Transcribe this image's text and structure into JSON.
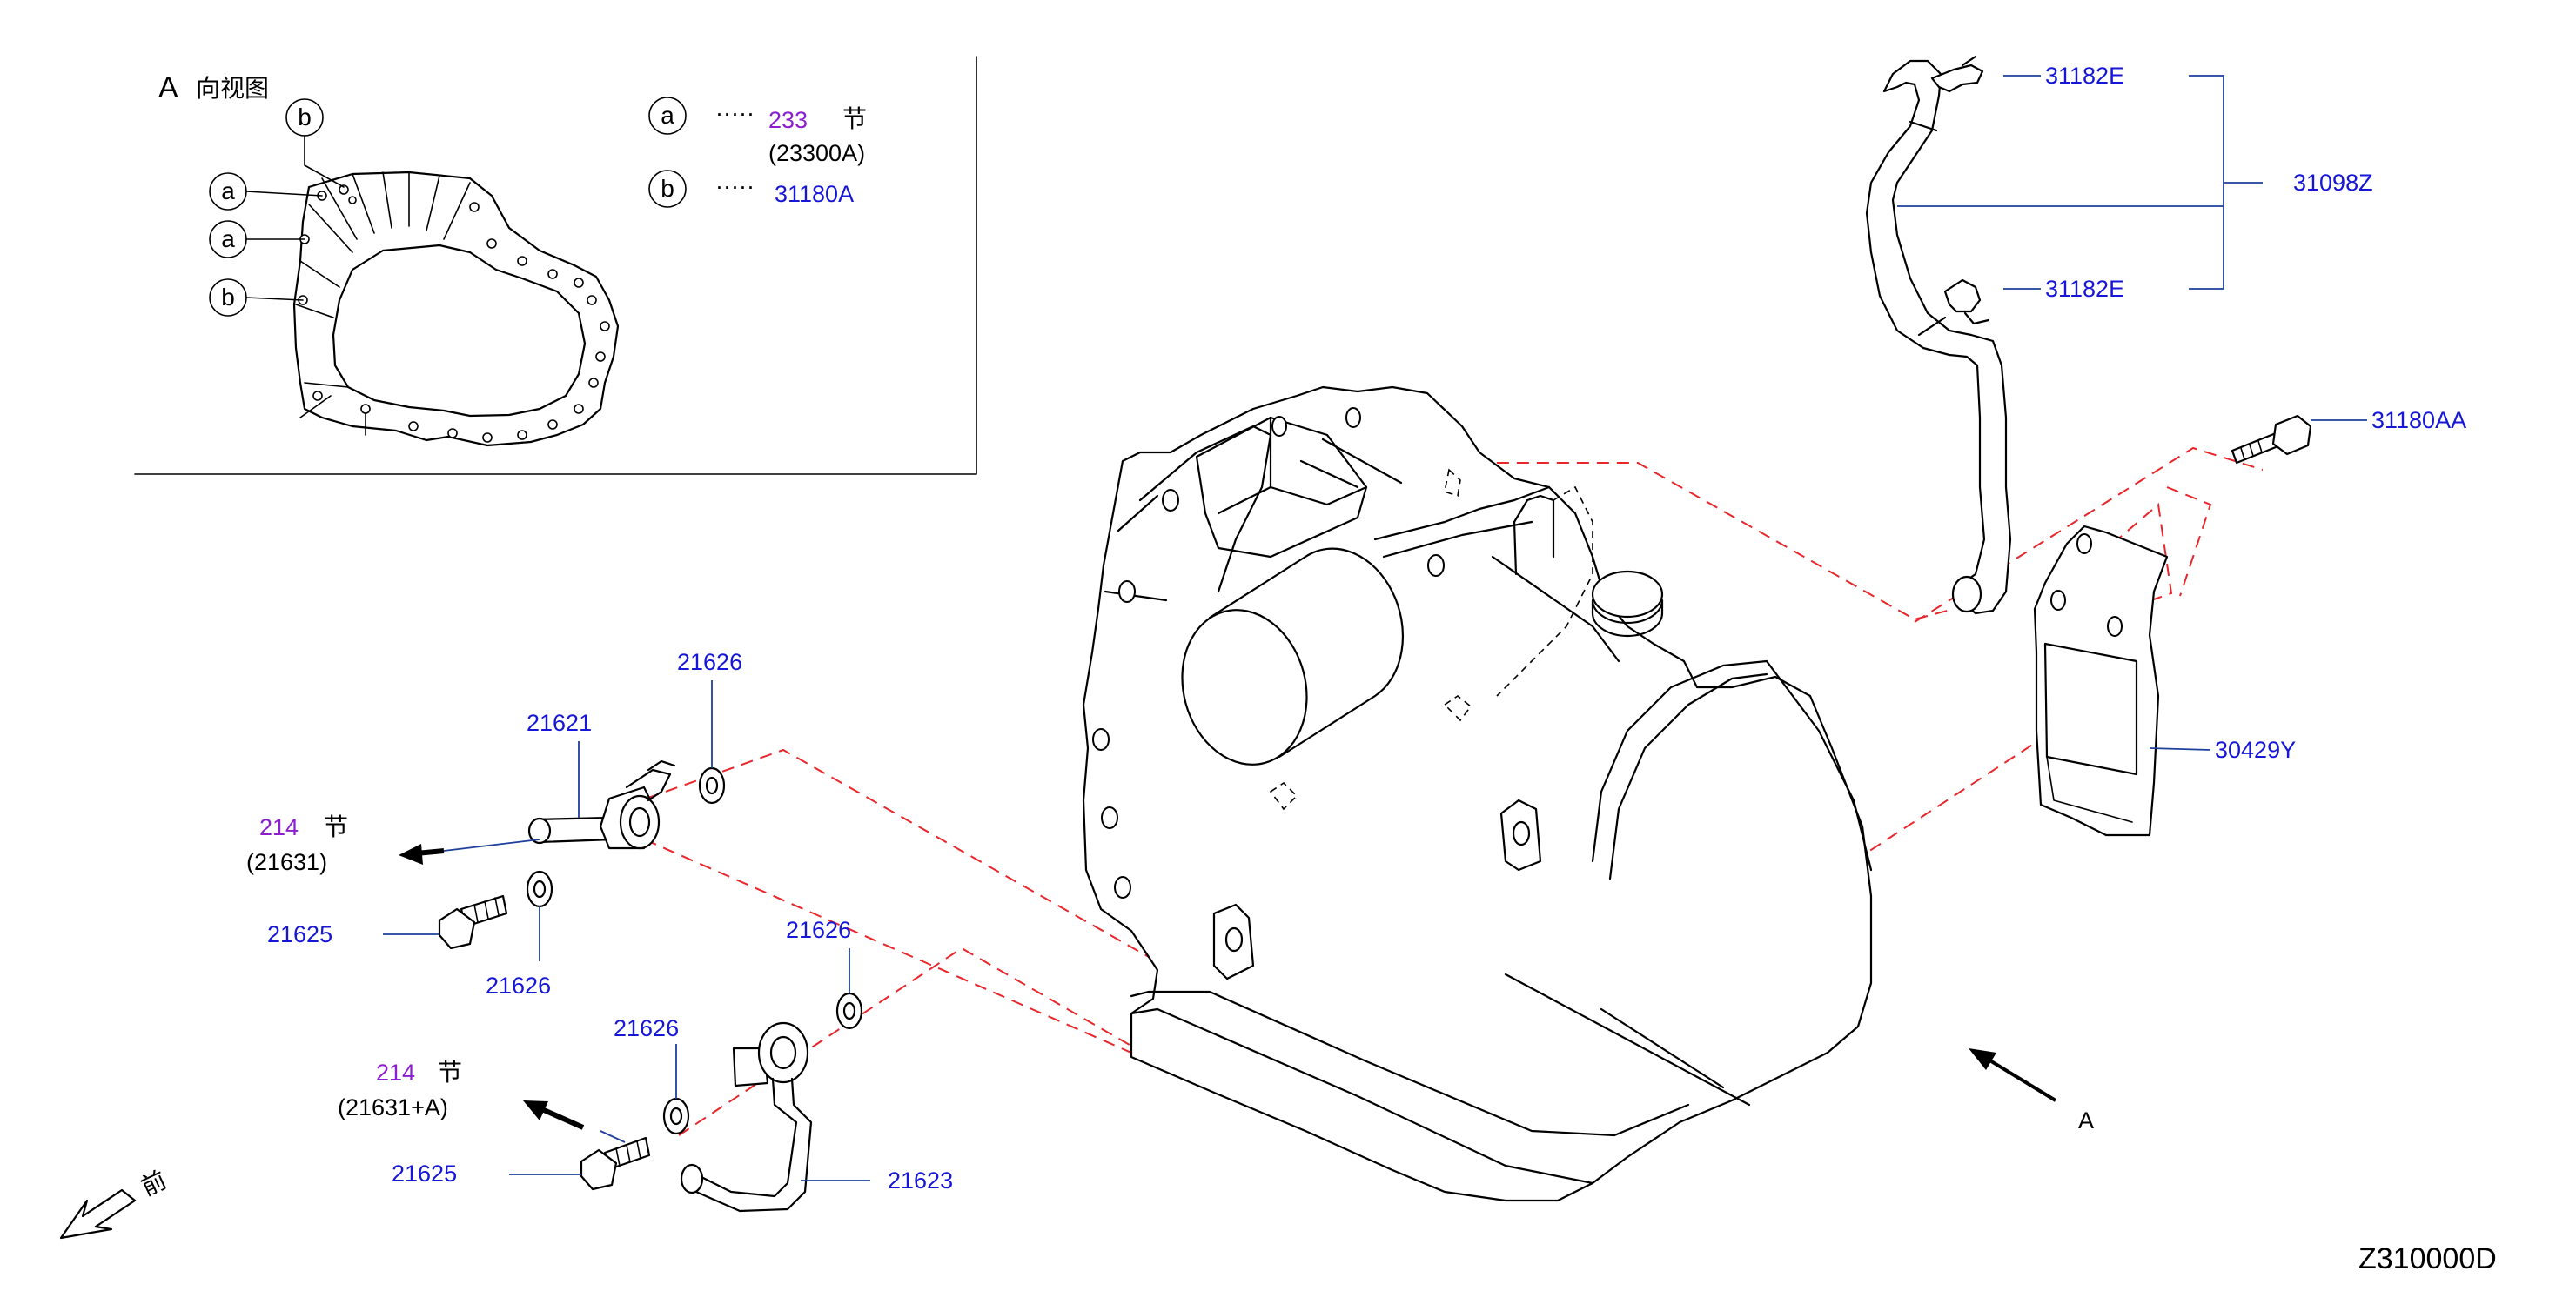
{
  "view": {
    "letter": "A",
    "title": "向视图",
    "legend": [
      {
        "marker": "a",
        "dots": "·····",
        "section": "233",
        "section_suffix": "节",
        "part": "(23300A)"
      },
      {
        "marker": "b",
        "dots": "·····",
        "part": "31180A"
      }
    ],
    "callouts": [
      "b",
      "a",
      "a",
      "b"
    ]
  },
  "parts": {
    "p31182E_top": "31182E",
    "p31182E_bottom": "31182E",
    "p31098Z": "31098Z",
    "p31180AA": "31180AA",
    "p30429Y": "30429Y",
    "p21626_a": "21626",
    "p21621": "21621",
    "p21625_a": "21625",
    "p21626_b": "21626",
    "p21626_c": "21626",
    "p21626_d": "21626",
    "p21625_b": "21625",
    "p21623": "21623"
  },
  "refs": {
    "ref1_section": "214",
    "ref1_suffix": "节",
    "ref1_part": "(21631)",
    "ref2_section": "214",
    "ref2_suffix": "节",
    "ref2_part": "(21631+A)"
  },
  "view_arrow_label": "A",
  "front_label": "前",
  "diagram_code": "Z310000D",
  "colors": {
    "part_number": "#1616d6",
    "section_ref": "#8c1ecf",
    "dashed_guide": "#e8262b",
    "leader": "#1f3f9c"
  }
}
